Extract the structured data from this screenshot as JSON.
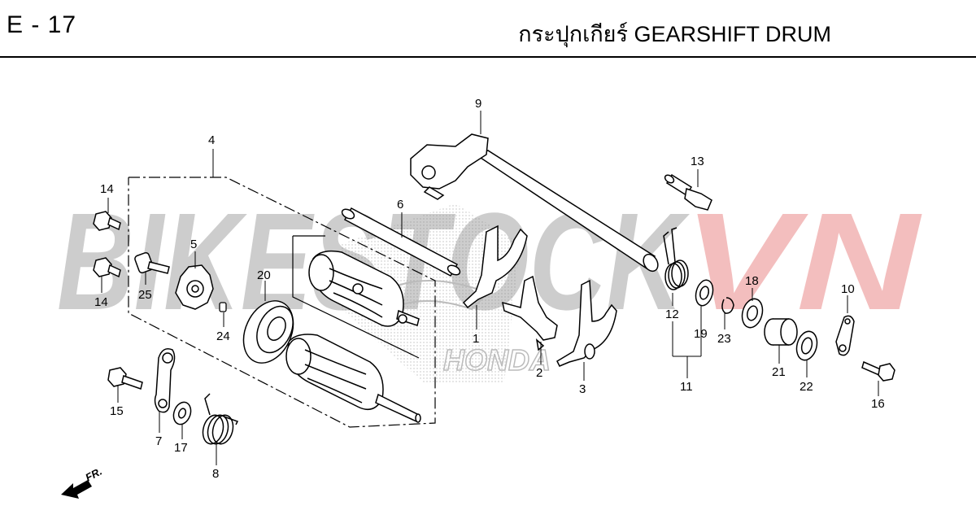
{
  "header": {
    "page_code": "E - 17",
    "title": "กระปุกเกียร์  GEARSHIFT DRUM"
  },
  "watermark": {
    "text_main": "BIKESTOCK",
    "text_accent": "VN",
    "color_main": "#c8c8c8",
    "color_accent": "#f2b8b8"
  },
  "direction_label": "FR.",
  "colors": {
    "line": "#000000",
    "background": "#ffffff"
  },
  "parts": [
    {
      "id": "callout-1",
      "label": "1"
    },
    {
      "id": "callout-2",
      "label": "2"
    },
    {
      "id": "callout-3",
      "label": "3"
    },
    {
      "id": "callout-4",
      "label": "4"
    },
    {
      "id": "callout-5",
      "label": "5"
    },
    {
      "id": "callout-6",
      "label": "6"
    },
    {
      "id": "callout-7",
      "label": "7"
    },
    {
      "id": "callout-8",
      "label": "8"
    },
    {
      "id": "callout-9",
      "label": "9"
    },
    {
      "id": "callout-10",
      "label": "10"
    },
    {
      "id": "callout-11",
      "label": "11"
    },
    {
      "id": "callout-12",
      "label": "12"
    },
    {
      "id": "callout-13",
      "label": "13"
    },
    {
      "id": "callout-14a",
      "label": "14"
    },
    {
      "id": "callout-14b",
      "label": "14"
    },
    {
      "id": "callout-15",
      "label": "15"
    },
    {
      "id": "callout-16",
      "label": "16"
    },
    {
      "id": "callout-17",
      "label": "17"
    },
    {
      "id": "callout-18",
      "label": "18"
    },
    {
      "id": "callout-19",
      "label": "19"
    },
    {
      "id": "callout-20",
      "label": "20"
    },
    {
      "id": "callout-21",
      "label": "21"
    },
    {
      "id": "callout-22",
      "label": "22"
    },
    {
      "id": "callout-23",
      "label": "23"
    },
    {
      "id": "callout-24",
      "label": "24"
    },
    {
      "id": "callout-25",
      "label": "25"
    }
  ]
}
